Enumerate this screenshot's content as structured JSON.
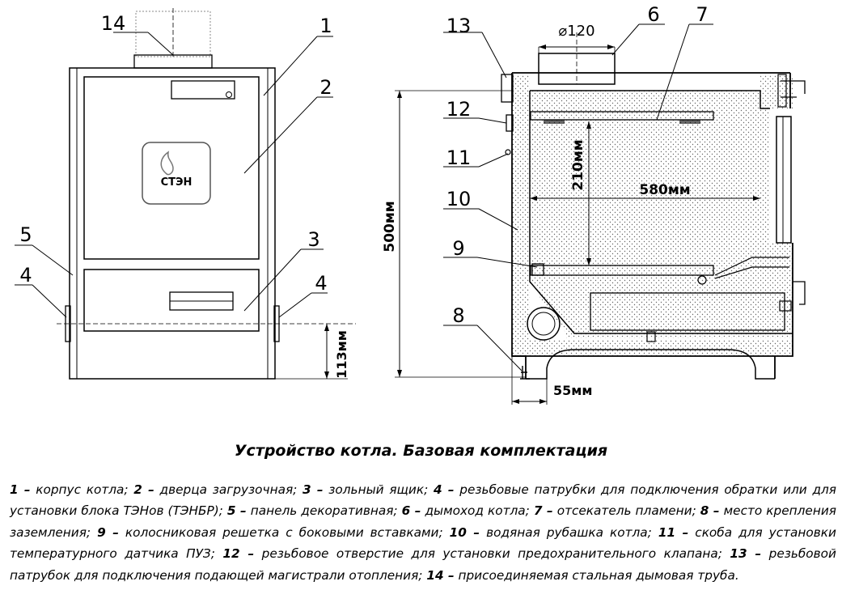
{
  "callouts": {
    "c1": "1",
    "c2": "2",
    "c3": "3",
    "c4a": "4",
    "c4b": "4",
    "c5": "5",
    "c6": "6",
    "c7": "7",
    "c8": "8",
    "c9": "9",
    "c10": "10",
    "c11": "11",
    "c12": "12",
    "c13": "13",
    "c14": "14"
  },
  "logo_text": "СТЭН",
  "dimensions": {
    "flue_diameter": "⌀120",
    "height_total": "500мм",
    "leg_height": "113мм",
    "inner_height": "210мм",
    "inner_depth": "580мм",
    "offset": "55мм"
  },
  "caption": "Устройство котла. Базовая комплектация",
  "legend": [
    {
      "num": "1 –",
      "text": " корпус котла; "
    },
    {
      "num": "2 –",
      "text": " дверца загрузочная; "
    },
    {
      "num": "3 –",
      "text": " зольный ящик; "
    },
    {
      "num": "4 –",
      "text": " резьбовые патрубки для подключения обратки или для установки блока ТЭНов (ТЭНБР); "
    },
    {
      "num": "5 –",
      "text": " панель декоративная; "
    },
    {
      "num": "6 –",
      "text": " дымоход котла; "
    },
    {
      "num": "7 –",
      "text": " отсекатель пламени; "
    },
    {
      "num": "8 –",
      "text": " место крепления заземления; "
    },
    {
      "num": "9 –",
      "text": " колосниковая решетка с боковыми вставками; "
    },
    {
      "num": "10 –",
      "text": " водяная рубашка котла; "
    },
    {
      "num": "11 –",
      "text": " скоба для установки температурного датчика ПУЗ; "
    },
    {
      "num": "12 –",
      "text": " резьбовое отверстие для установки предохранительного клапана; "
    },
    {
      "num": "13 –",
      "text": " резьбовой патрубок для подключения подающей магистрали отопления; "
    },
    {
      "num": "14 –",
      "text": " присоединяемая стальная дымовая труба."
    }
  ]
}
